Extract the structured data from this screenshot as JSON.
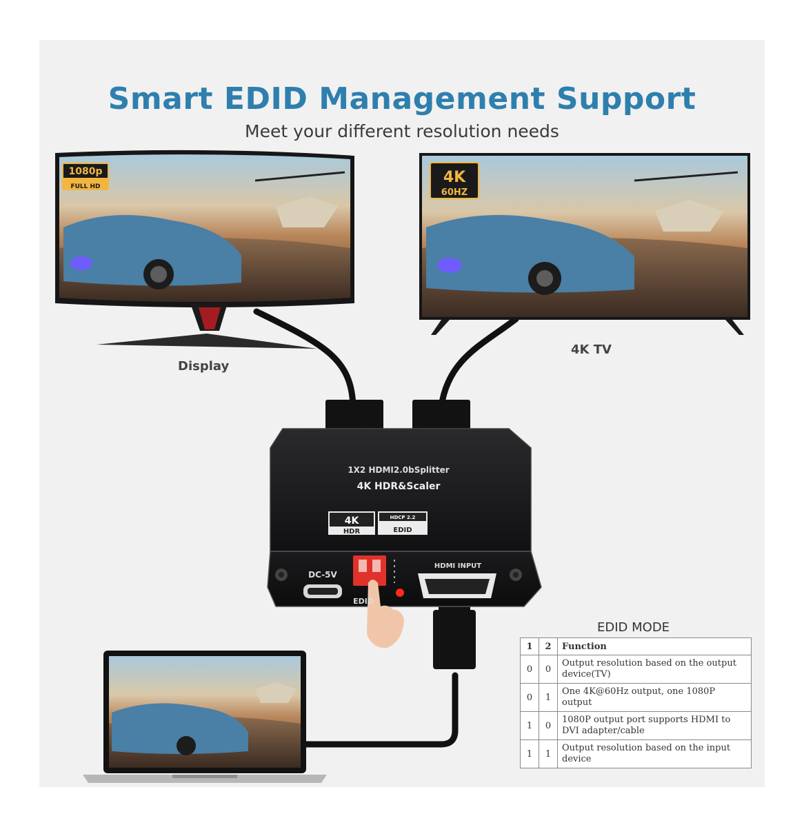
{
  "heading": {
    "title": "Smart EDID Management Support",
    "subtitle": "Meet your different resolution needs"
  },
  "monitor": {
    "label": "Display",
    "badge_line1": "1080p",
    "badge_line2": "FULL HD"
  },
  "tv": {
    "label": "4K TV",
    "badge_line1": "4K",
    "badge_line2": "60HZ"
  },
  "splitter": {
    "model": "1X2 HDMI2.0bSplitter",
    "subtitle": "4K HDR&Scaler",
    "badge_4k": "4K",
    "badge_hdr": "HDR",
    "badge_hdcp": "HDCP 2.2",
    "badge_edid": "EDID",
    "power_label": "DC-5V",
    "input_label": "HDMI INPUT",
    "switch_label": "EDID"
  },
  "edid_table": {
    "title": "EDID MODE",
    "headers": [
      "1",
      "2",
      "Function"
    ],
    "rows": [
      {
        "s1": "0",
        "s2": "0",
        "function": "Output resolution based on the output device(TV)"
      },
      {
        "s1": "0",
        "s2": "1",
        "function": "One 4K@60Hz output, one 1080P output"
      },
      {
        "s1": "1",
        "s2": "0",
        "function": "1080P output port supports HDMI to DVI adapter/cable"
      },
      {
        "s1": "1",
        "s2": "1",
        "function": "Output resolution based on the input device"
      }
    ]
  },
  "colors": {
    "title": "#2e7fae",
    "panel_bg": "#f1f1f1",
    "device_body": "#1c1c1e",
    "badge_gold": "#f2b640",
    "switch_red": "#e0322a"
  }
}
